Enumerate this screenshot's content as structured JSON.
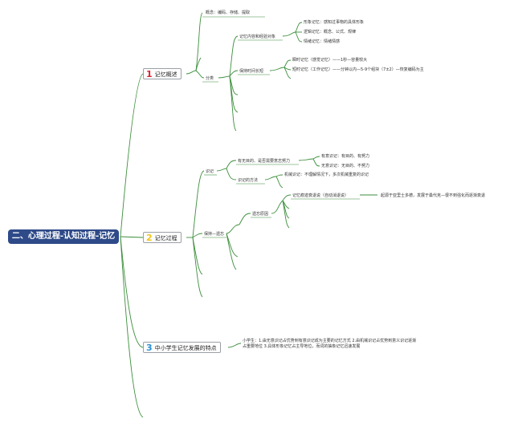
{
  "root": {
    "title": "二、心理过程-认知过程-记忆"
  },
  "branches": [
    {
      "num": "1",
      "num_color": "#d9232d",
      "label": "记忆概述"
    },
    {
      "num": "2",
      "num_color": "#f0c419",
      "label": "记忆过程"
    },
    {
      "num": "3",
      "num_color": "#2a8fd6",
      "label": "中小学生记忆发展的特点"
    }
  ],
  "b1": {
    "concept": "概念：编码、存储、提取",
    "classify": "分类",
    "by_content": "记忆内容和经验对象",
    "content_types": [
      "形象记忆：感知过事物的具体形象",
      "逻辑记忆：概念、公式、规律",
      "情绪记忆：情绪情感"
    ],
    "by_time": "保持时间长短",
    "instant": "瞬时记忆（感觉记忆）——1秒—容量较大",
    "short": "短时记忆（工作记忆）——分钟以内—5-9个组块（7±2）—恢复编码为主"
  },
  "b2": {
    "encode": "识记",
    "with_purpose": "有无目的、是否需要意志努力",
    "intentional": "有意识记：有目的、有努力",
    "unintentional": "无意识记：无目的、不努力",
    "method": "识记的方法",
    "mechanical": "机械识记：不理解情况下，多次机械重复的识记",
    "retain": "保持—遗忘",
    "forget_reason": "遗忘原因",
    "decay": "记忆痕迹衰退说（自动消退说）",
    "decay_note": "起源于亚里士多德，发展于桑代克—很不到强化而逐渐衰退"
  },
  "b3": {
    "text": "小学生：1.由无意识记占优势到有意识记成为主要的记忆方式 2.由机械识记占优势到意义识记逐渐占重要地位 3.具体形象记忆占主导地位，而词的抽象记忆迅速发展"
  },
  "colors": {
    "line": "#3b8e3b",
    "root_bg": "#2e4a88"
  }
}
